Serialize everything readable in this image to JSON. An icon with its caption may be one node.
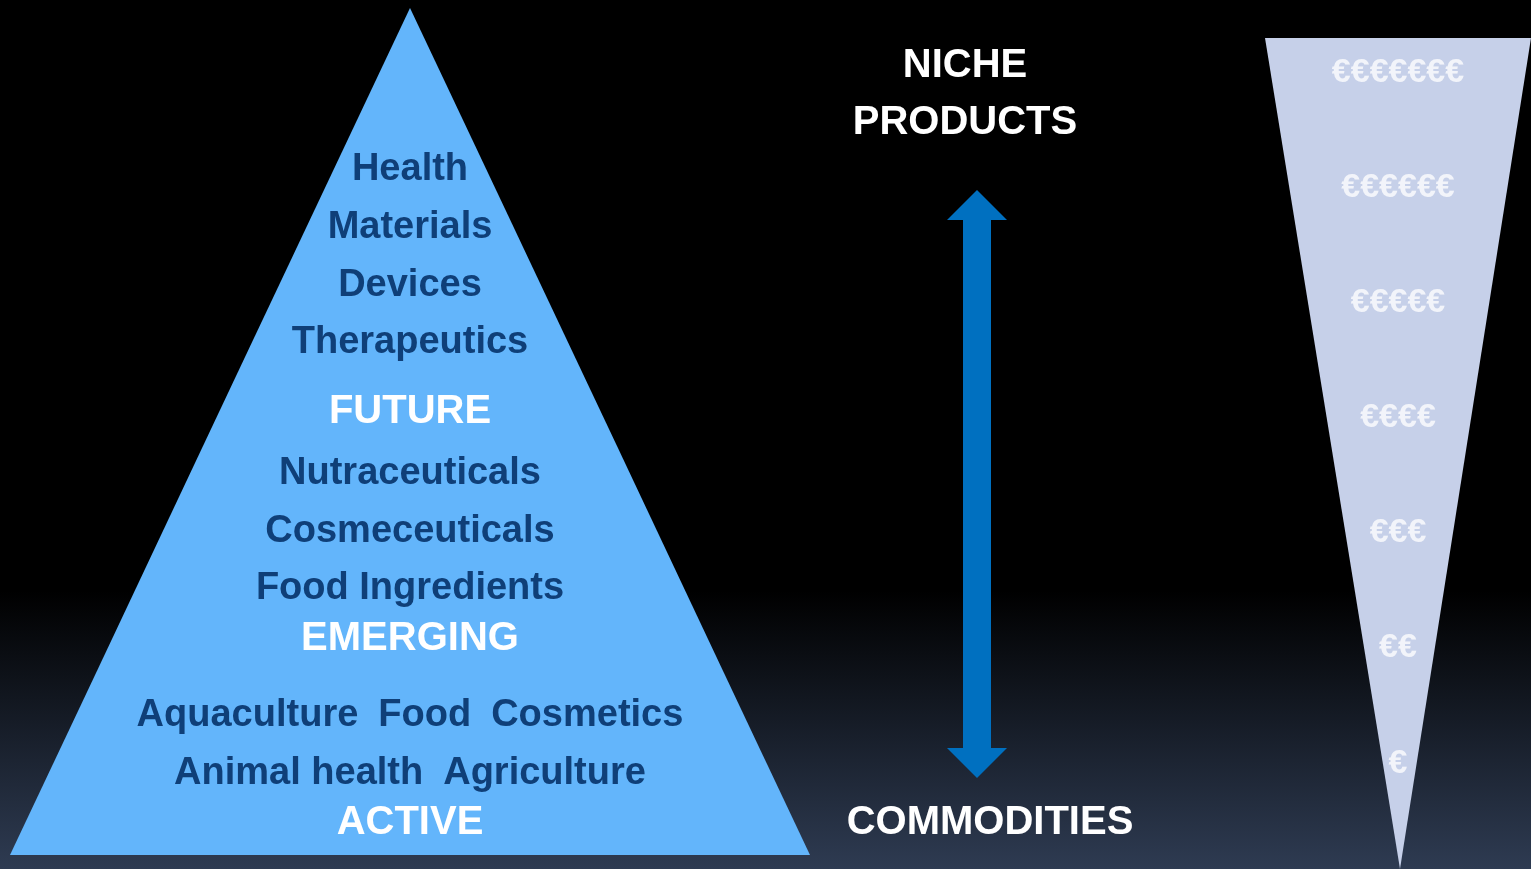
{
  "diagram": {
    "nodes": [
      {
        "text": [
          "Health",
          "Materials",
          "Devices",
          "Therapeutics",
          "FUTURE"
        ]
      },
      {
        "text": [
          "Nutraceuticals",
          "Cosmeceuticals",
          "Food Ingredients",
          "EMERGING"
        ]
      },
      {
        "text": [
          "Aquaculture",
          "Food",
          "Cosmetics",
          "Animal health",
          "Agriculture",
          "ACTIVE"
        ]
      },
      {
        "text": [
          "NICHE PRODUCTS"
        ]
      },
      {
        "text": [
          "COMMODITIES"
        ]
      },
      {
        "text": [
          "€€€€€€€",
          "€€€€€€",
          "€€€€€",
          "€€€€",
          "€€€",
          "€€",
          "€"
        ]
      }
    ],
    "edges": [
      {
        "from": 4,
        "to": 3,
        "arrow": "both"
      }
    ]
  }
}
